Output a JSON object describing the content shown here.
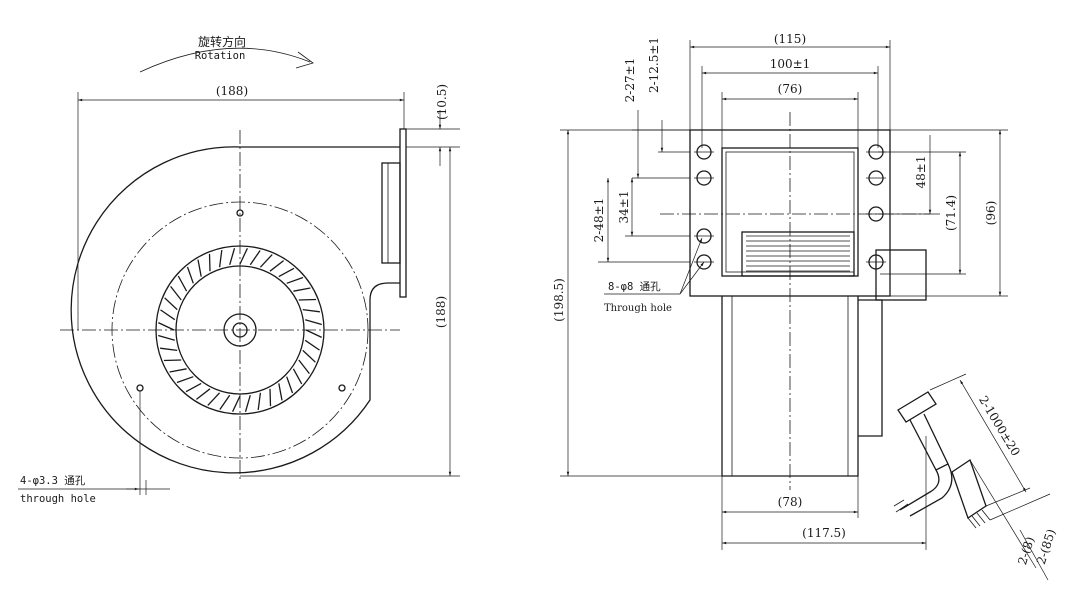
{
  "front_view": {
    "rotation_cn": "旋转方向",
    "rotation_en": "Rotation",
    "width_dim": "(188)",
    "height_dim": "(188)",
    "flange_dim": "(10.5)",
    "holes_note": "4-φ3.3 通孔",
    "holes_note_en": "through hole"
  },
  "side_view": {
    "overall_width": "(115)",
    "hole_pitch": "100±1",
    "inner_width": "(76)",
    "vspace_top": "2-27±1",
    "vspace_small": "2-12.5±1",
    "vspace_left": "2-48±1",
    "vspace_inner": "34±1",
    "right_48": "48±1",
    "right_71": "(71.4)",
    "right_96": "(96)",
    "total_height": "(198.5)",
    "holes_note": "8-φ8 通孔",
    "holes_note_en": "Through hole",
    "bottom_78": "(78)",
    "bottom_1175": "(117.5)",
    "cable_length": "2-1000±20",
    "cable_strip_85": "2-(85)",
    "cable_strip_8": "2-(8)"
  },
  "colors": {
    "line": "#1a1a1a",
    "background": "#ffffff"
  }
}
